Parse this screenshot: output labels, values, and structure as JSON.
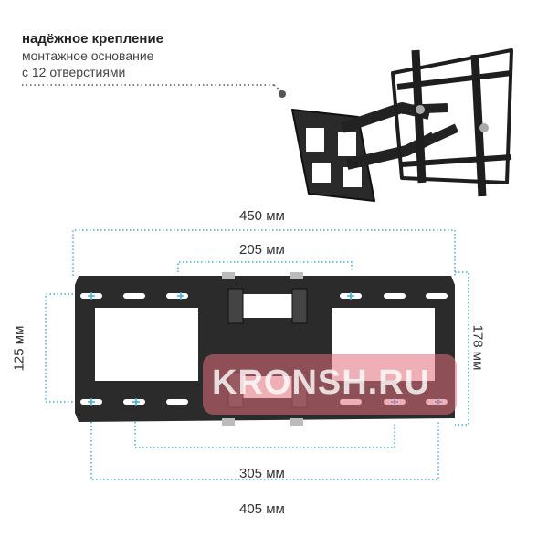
{
  "feature": {
    "title": "надёжное крепление",
    "line1": "монтажное основание",
    "line2": "с 12 отверстиями"
  },
  "dimensions": {
    "top_outer": "450 мм",
    "top_inner": "205 мм",
    "left_vertical": "125 мм",
    "right_vertical": "178 мм",
    "bottom_inner": "305 мм",
    "bottom_outer": "405 мм"
  },
  "watermark": "KRONSH.RU",
  "colors": {
    "dimension_line": "#3aaed8",
    "plate": "#2a2a2a",
    "hole_marker": "#3aaed8",
    "watermark_bg": "#e0707a",
    "dot_line": "#555555"
  }
}
